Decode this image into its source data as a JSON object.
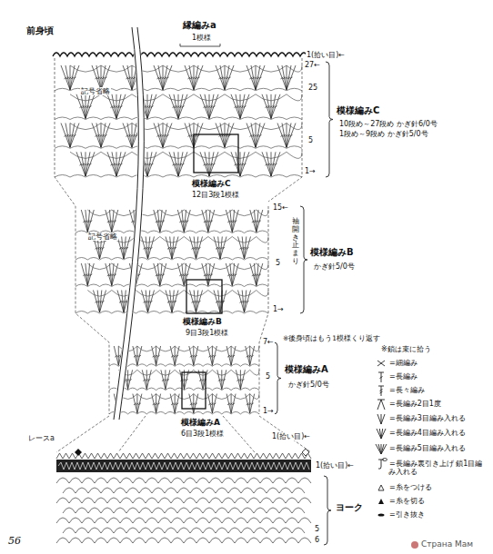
{
  "diagram": {
    "title": "前身頃",
    "labels": [
      "縁編みa",
      "1模様",
      "1(拾い目)←",
      "27←",
      "25",
      "5",
      "1→",
      "模様編みC",
      "10段め～27段め かぎ針6/0号",
      "1段め～9段め かぎ針5/0号",
      "記号省略",
      "模様編みC",
      "12目3段1模様",
      "15←",
      "袖開き止まり",
      "5",
      "1→",
      "模様編みB",
      "かぎ針5/0号",
      "記号省略",
      "模様編みB",
      "9目3段1模様",
      "7←",
      "※後身頃はもう1模様くり返す",
      "5",
      "1→",
      "模様編みA",
      "かぎ針5/0号",
      "模様編みA",
      "6目3段1模様",
      "1(拾い目)←",
      "レースa",
      "1(拾い目)←",
      "ヨーク",
      "5",
      "6",
      "※鎖は束に拾う",
      "56",
      "Страна Мам"
    ],
    "legend": [
      {
        "text": "=細編み"
      },
      {
        "text": "=長編み"
      },
      {
        "text": "=長々編み"
      },
      {
        "text": "=長編み2目1度"
      },
      {
        "text": "=長編み3目編み入れる"
      },
      {
        "text": "=長編み4目編み入れる"
      },
      {
        "text": "=長編み5目編み入れる"
      },
      {
        "text": "=長編み裏引き上げ 鎖1目編み入れる"
      },
      {
        "text": "=糸をつける"
      },
      {
        "text": "=糸を切る"
      },
      {
        "text": "=引き抜き"
      }
    ]
  }
}
